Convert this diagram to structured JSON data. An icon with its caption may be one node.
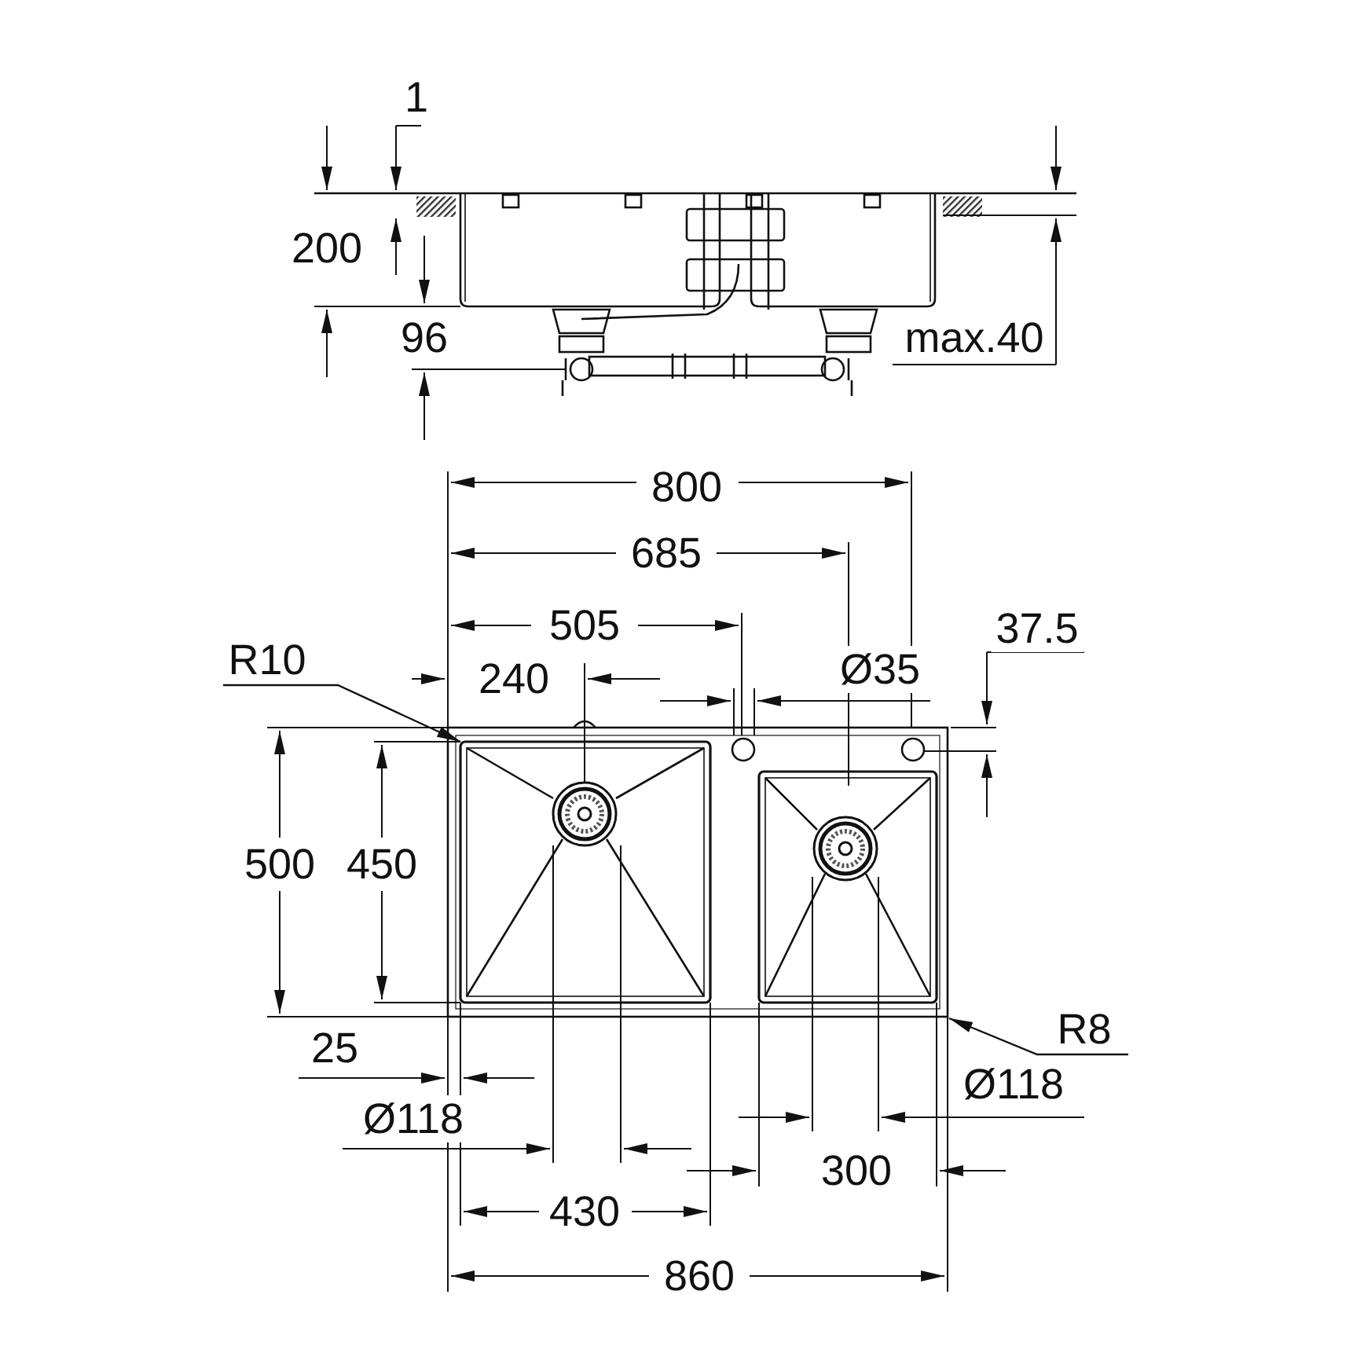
{
  "diagram": {
    "nodes": [
      {
        "text": [
          "R10"
        ]
      },
      {
        "text": [
          "R8"
        ]
      },
      {
        "text": [],
        "shape": "picture"
      },
      {
        "text": [],
        "shape": "box",
        "in": 2
      }
    ],
    "edges": [
      {
        "from": 0,
        "to": 3,
        "arrow": "to"
      },
      {
        "from": 1,
        "to": 2,
        "arrow": "to"
      }
    ],
    "labels": [
      "1",
      "200",
      "96",
      "max.40",
      "800",
      "685",
      "505",
      "240",
      "Ø35",
      "37.5",
      "500",
      "450",
      "25",
      "Ø118",
      "Ø118",
      "300",
      "430",
      "860"
    ]
  }
}
